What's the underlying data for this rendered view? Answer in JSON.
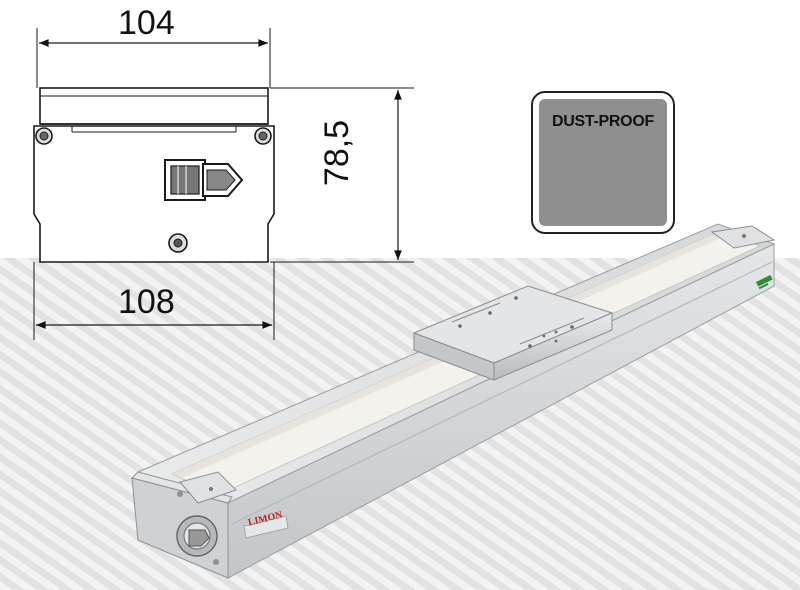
{
  "dimensions": {
    "top_width": "104",
    "bottom_width": "108",
    "height": "78,5"
  },
  "badge": {
    "label": "DUST-PROOF"
  },
  "product": {
    "brand": "LIMON"
  },
  "colors": {
    "outline": "#1a1a1a",
    "badge_fill": "#8f8f8f",
    "aluminum": "#d9dcdf",
    "cover_strip": "#f1efe8",
    "brand_red": "#c0201c",
    "brand_green": "#2e8b3a"
  }
}
